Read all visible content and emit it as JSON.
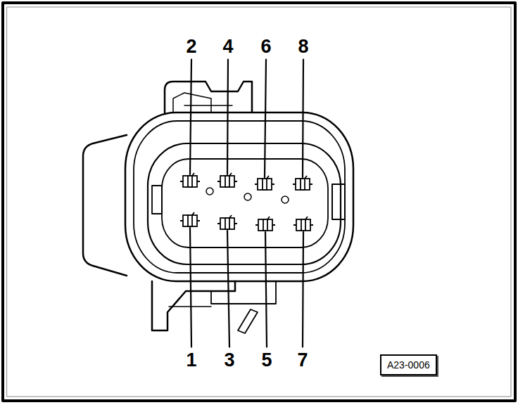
{
  "diagram": {
    "nodes": [
      {
        "text": [
          "A23-0006"
        ]
      }
    ],
    "labels": [
      "2",
      "4",
      "6",
      "8",
      "1",
      "3",
      "5",
      "7"
    ]
  }
}
